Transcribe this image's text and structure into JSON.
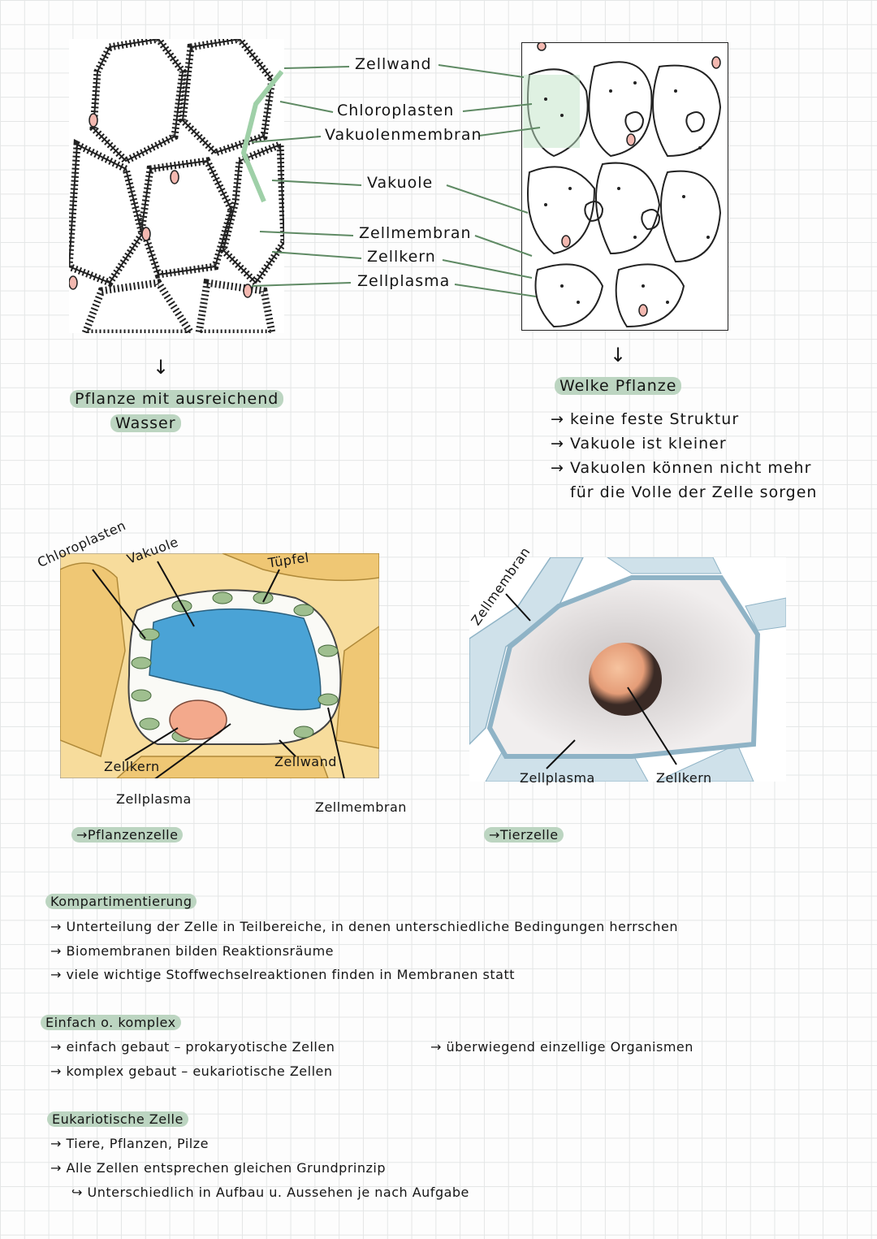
{
  "colors": {
    "highlight": "#bcd5c1",
    "leader_line": "#5f8a64",
    "grid": "#e4e6e6"
  },
  "top_labels": [
    "Zellwand",
    "Chloroplasten",
    "Vakuolenmembran",
    "Vakuole",
    "Zellmembran",
    "Zellkern",
    "Zellplasma"
  ],
  "left_caption": {
    "arrow": "↓",
    "line1": "Pflanze mit ausreichend",
    "line2": "Wasser"
  },
  "right_caption": {
    "arrow": "↓",
    "title": "Welke Pflanze",
    "items": [
      "→ keine feste Struktur",
      "→ Vakuole ist kleiner",
      "→ Vakuolen können nicht mehr",
      "für die Volle der Zelle sorgen"
    ]
  },
  "plant_cell": {
    "labels": {
      "chloroplasten": "Chloroplasten",
      "vakuole": "Vakuole",
      "tuepfel": "Tüpfel",
      "zellkern": "Zellkern",
      "zellplasma": "Zellplasma",
      "zellwand": "Zellwand",
      "zellmembran": "Zellmembran"
    },
    "caption": "→Pflanzenzelle"
  },
  "animal_cell": {
    "labels": {
      "zellmembran": "Zellmembran",
      "zellplasma": "Zellplasma",
      "zellkern": "Zellkern"
    },
    "caption": "→Tierzelle"
  },
  "sections": [
    {
      "title": "Kompartimentierung",
      "items": [
        "→ Unterteilung der Zelle in Teilbereiche, in denen unterschiedliche Bedingungen herrschen",
        "→ Biomembranen bilden Reaktionsräume",
        "→ viele wichtige Stoffwechselreaktionen finden in Membranen statt"
      ]
    },
    {
      "title": "Einfach o. komplex",
      "items": [
        "→ einfach gebaut – prokaryotische Zellen",
        "→ komplex gebaut – eukariotische Zellen"
      ],
      "aside": "→ überwiegend einzellige Organismen"
    },
    {
      "title": "Eukariotische Zelle",
      "items": [
        "→ Tiere, Pflanzen, Pilze",
        "→ Alle Zellen entsprechen gleichen Grundprinzip",
        "↪ Unterschiedlich in Aufbau u. Aussehen je nach Aufgabe"
      ]
    }
  ]
}
